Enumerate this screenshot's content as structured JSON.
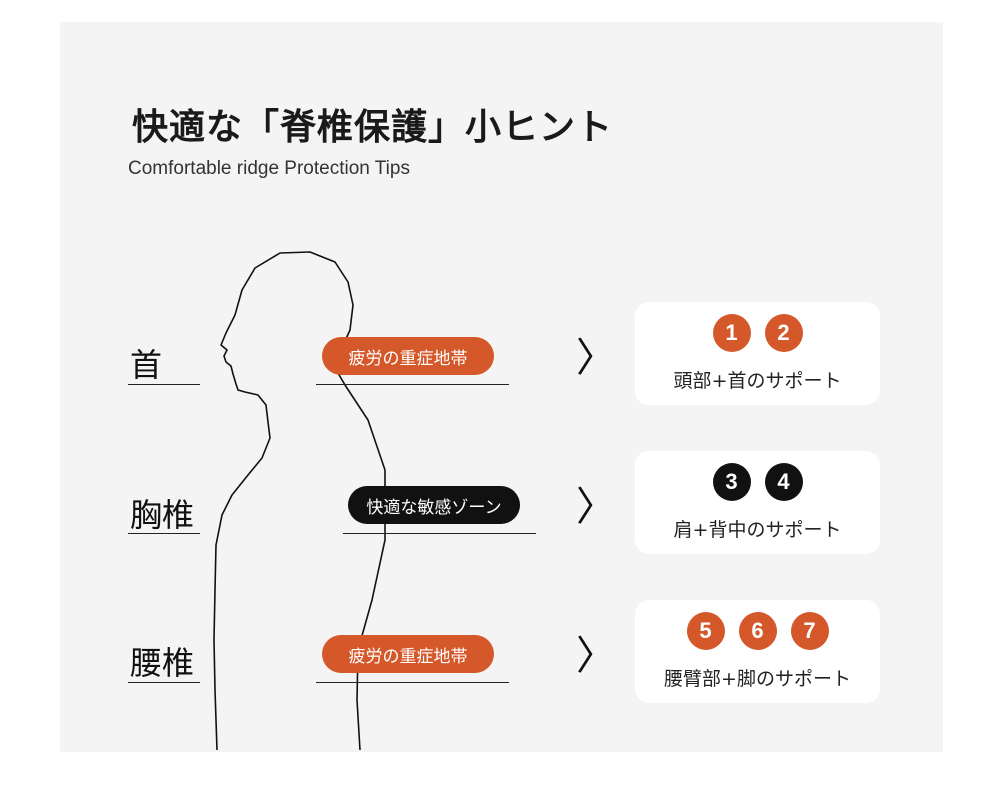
{
  "title": "快適な「脊椎保護」小ヒント",
  "subtitle": "Comfortable ridge Protection Tips",
  "colors": {
    "accent": "#d4582a",
    "dark": "#111111",
    "panel_bg": "#f4f4f4",
    "card_bg": "#ffffff"
  },
  "zones": [
    {
      "label": "首",
      "tag": "疲労の重症地帯",
      "tag_style": "orange",
      "arrow": "〉",
      "numbers": [
        "1",
        "2"
      ],
      "number_style": "orange",
      "support": "頭部+首のサポート"
    },
    {
      "label": "胸椎",
      "tag": "快適な敏感ゾーン",
      "tag_style": "black",
      "arrow": "〉",
      "numbers": [
        "3",
        "4"
      ],
      "number_style": "black",
      "support": "肩+背中のサポート"
    },
    {
      "label": "腰椎",
      "tag": "疲労の重症地帯",
      "tag_style": "orange",
      "arrow": "〉",
      "numbers": [
        "5",
        "6",
        "7"
      ],
      "number_style": "orange",
      "support": "腰臂部+脚のサポート"
    }
  ]
}
